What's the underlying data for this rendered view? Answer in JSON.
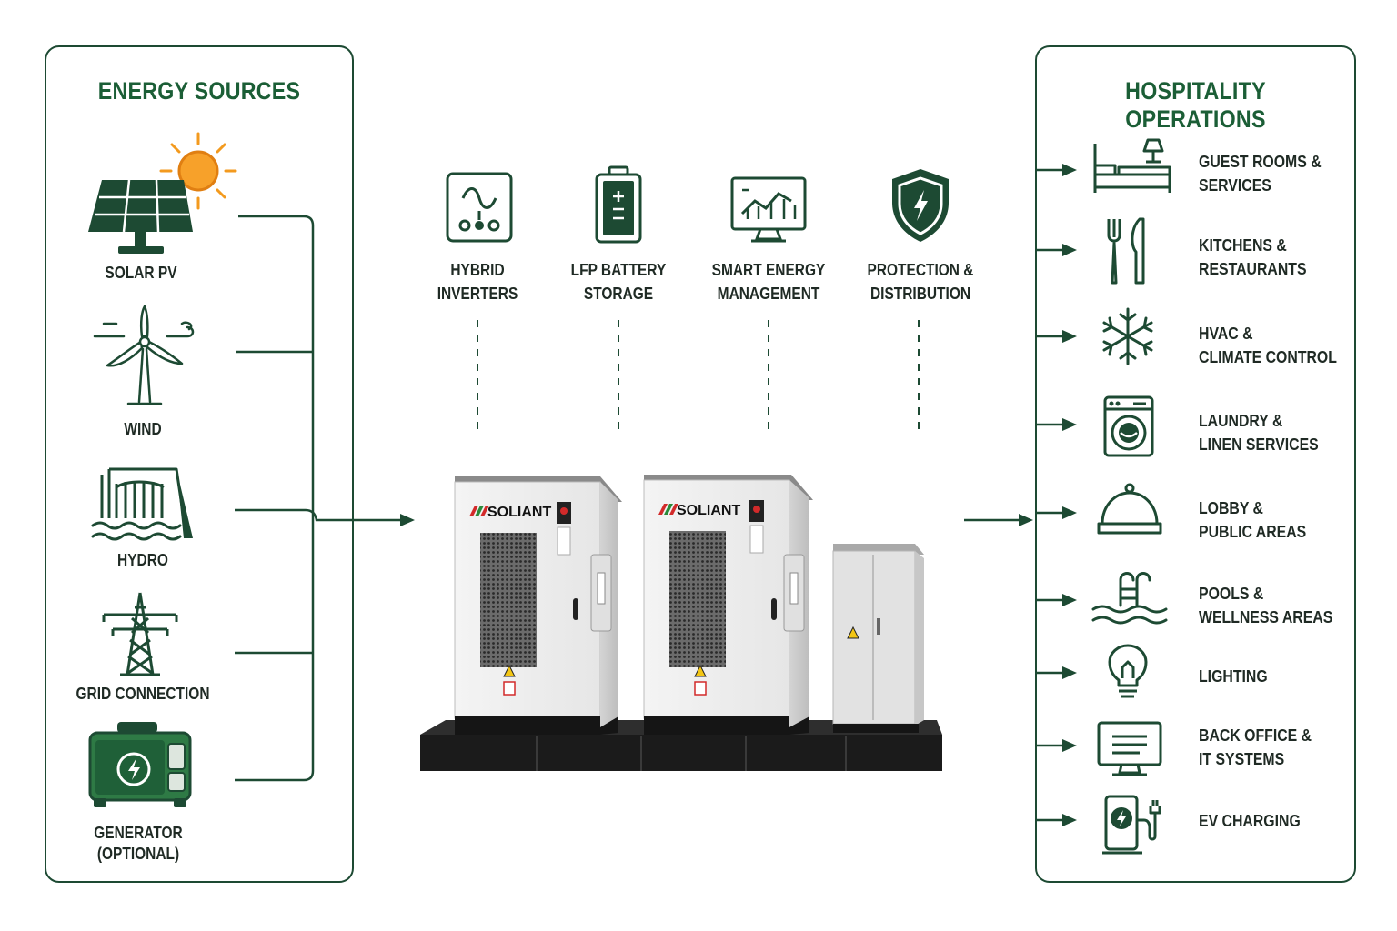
{
  "sources": {
    "title": "ENERGY SOURCES",
    "items": [
      {
        "icon": "solar-panel-icon",
        "label": "SOLAR PV"
      },
      {
        "icon": "wind-turbine-icon",
        "label": "WIND"
      },
      {
        "icon": "hydro-dam-icon",
        "label": "HYDRO"
      },
      {
        "icon": "transmission-tower-icon",
        "label": "GRID CONNECTION"
      },
      {
        "icon": "generator-icon",
        "label_line1": "GENERATOR",
        "label_line2": "(OPTIONAL)"
      }
    ]
  },
  "components": [
    {
      "icon": "inverter-icon",
      "line1": "HYBRID",
      "line2": "INVERTERS"
    },
    {
      "icon": "battery-icon",
      "line1": "LFP BATTERY",
      "line2": "STORAGE"
    },
    {
      "icon": "monitor-chart-icon",
      "line1": "SMART ENERGY",
      "line2": "MANAGEMENT"
    },
    {
      "icon": "shield-bolt-icon",
      "line1": "PROTECTION &",
      "line2": "DISTRIBUTION"
    }
  ],
  "product": {
    "brand": "SOLIANT",
    "units": 2
  },
  "operations": {
    "title": "HOSPITALITY OPERATIONS",
    "items": [
      {
        "icon": "bed-lamp-icon",
        "line1": "GUEST ROOMS &",
        "line2": "SERVICES"
      },
      {
        "icon": "fork-knife-icon",
        "line1": "KITCHENS &",
        "line2": "RESTAURANTS"
      },
      {
        "icon": "snowflake-icon",
        "line1": "HVAC &",
        "line2": "CLIMATE CONTROL"
      },
      {
        "icon": "washing-machine-icon",
        "line1": "LAUNDRY &",
        "line2": "LINEN SERVICES"
      },
      {
        "icon": "cloche-icon",
        "line1": "LOBBY &",
        "line2": "PUBLIC AREAS"
      },
      {
        "icon": "pool-ladder-icon",
        "line1": "POOLS &",
        "line2": "WELLNESS AREAS"
      },
      {
        "icon": "light-bulb-icon",
        "line1": "LIGHTING"
      },
      {
        "icon": "computer-monitor-icon",
        "line1": "BACK OFFICE &",
        "line2": "IT SYSTEMS"
      },
      {
        "icon": "ev-charger-icon",
        "line1": "EV CHARGING"
      }
    ]
  },
  "colors": {
    "dark_green": "#1d4a33",
    "title_green": "#1b5e36",
    "sun_orange": "#f39a1e",
    "brand_red": "#d22a2a",
    "brand_green": "#2a8a3a"
  }
}
